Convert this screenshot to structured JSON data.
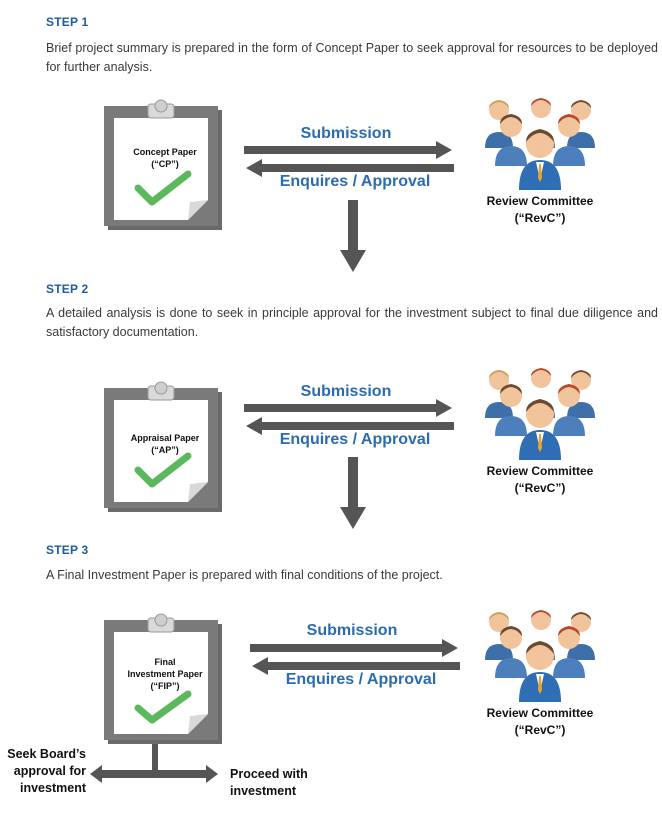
{
  "steps": [
    {
      "title": "STEP 1",
      "description": "Brief project summary is prepared in the form of Concept Paper to seek approval for resources to be deployed for further analysis.",
      "paper_lines": [
        "Concept Paper",
        "(“CP”)"
      ],
      "submission": "Submission",
      "enquires": "Enquires / Approval",
      "committee_lines": [
        "Review Committee",
        "(“RevC”)"
      ]
    },
    {
      "title": "STEP 2",
      "description": "A detailed analysis is done to seek in principle approval for the investment subject to final due diligence and satisfactory documentation.",
      "paper_lines": [
        "Appraisal Paper",
        "(“AP”)"
      ],
      "submission": "Submission",
      "enquires": "Enquires / Approval",
      "committee_lines": [
        "Review Committee",
        "(“RevC”)"
      ]
    },
    {
      "title": "STEP 3",
      "description": "A Final Investment Paper is prepared with final conditions of the project.",
      "paper_lines": [
        "Final",
        "Investment Paper",
        "(“FIP”)"
      ],
      "submission": "Submission",
      "enquires": "Enquires / Approval",
      "committee_lines": [
        "Review Committee",
        "(“RevC”)"
      ]
    }
  ],
  "outcomes": {
    "left_lines": [
      "Seek Board’s",
      "approval for",
      "investment"
    ],
    "right_lines": [
      "Proceed with",
      "investment"
    ]
  },
  "colors": {
    "title_blue": "#1f5c9c",
    "label_blue": "#2b6cb0",
    "arrow_gray": "#555555",
    "check_green": "#5cb85c",
    "clipboard_gray": "#6e6e6e"
  }
}
